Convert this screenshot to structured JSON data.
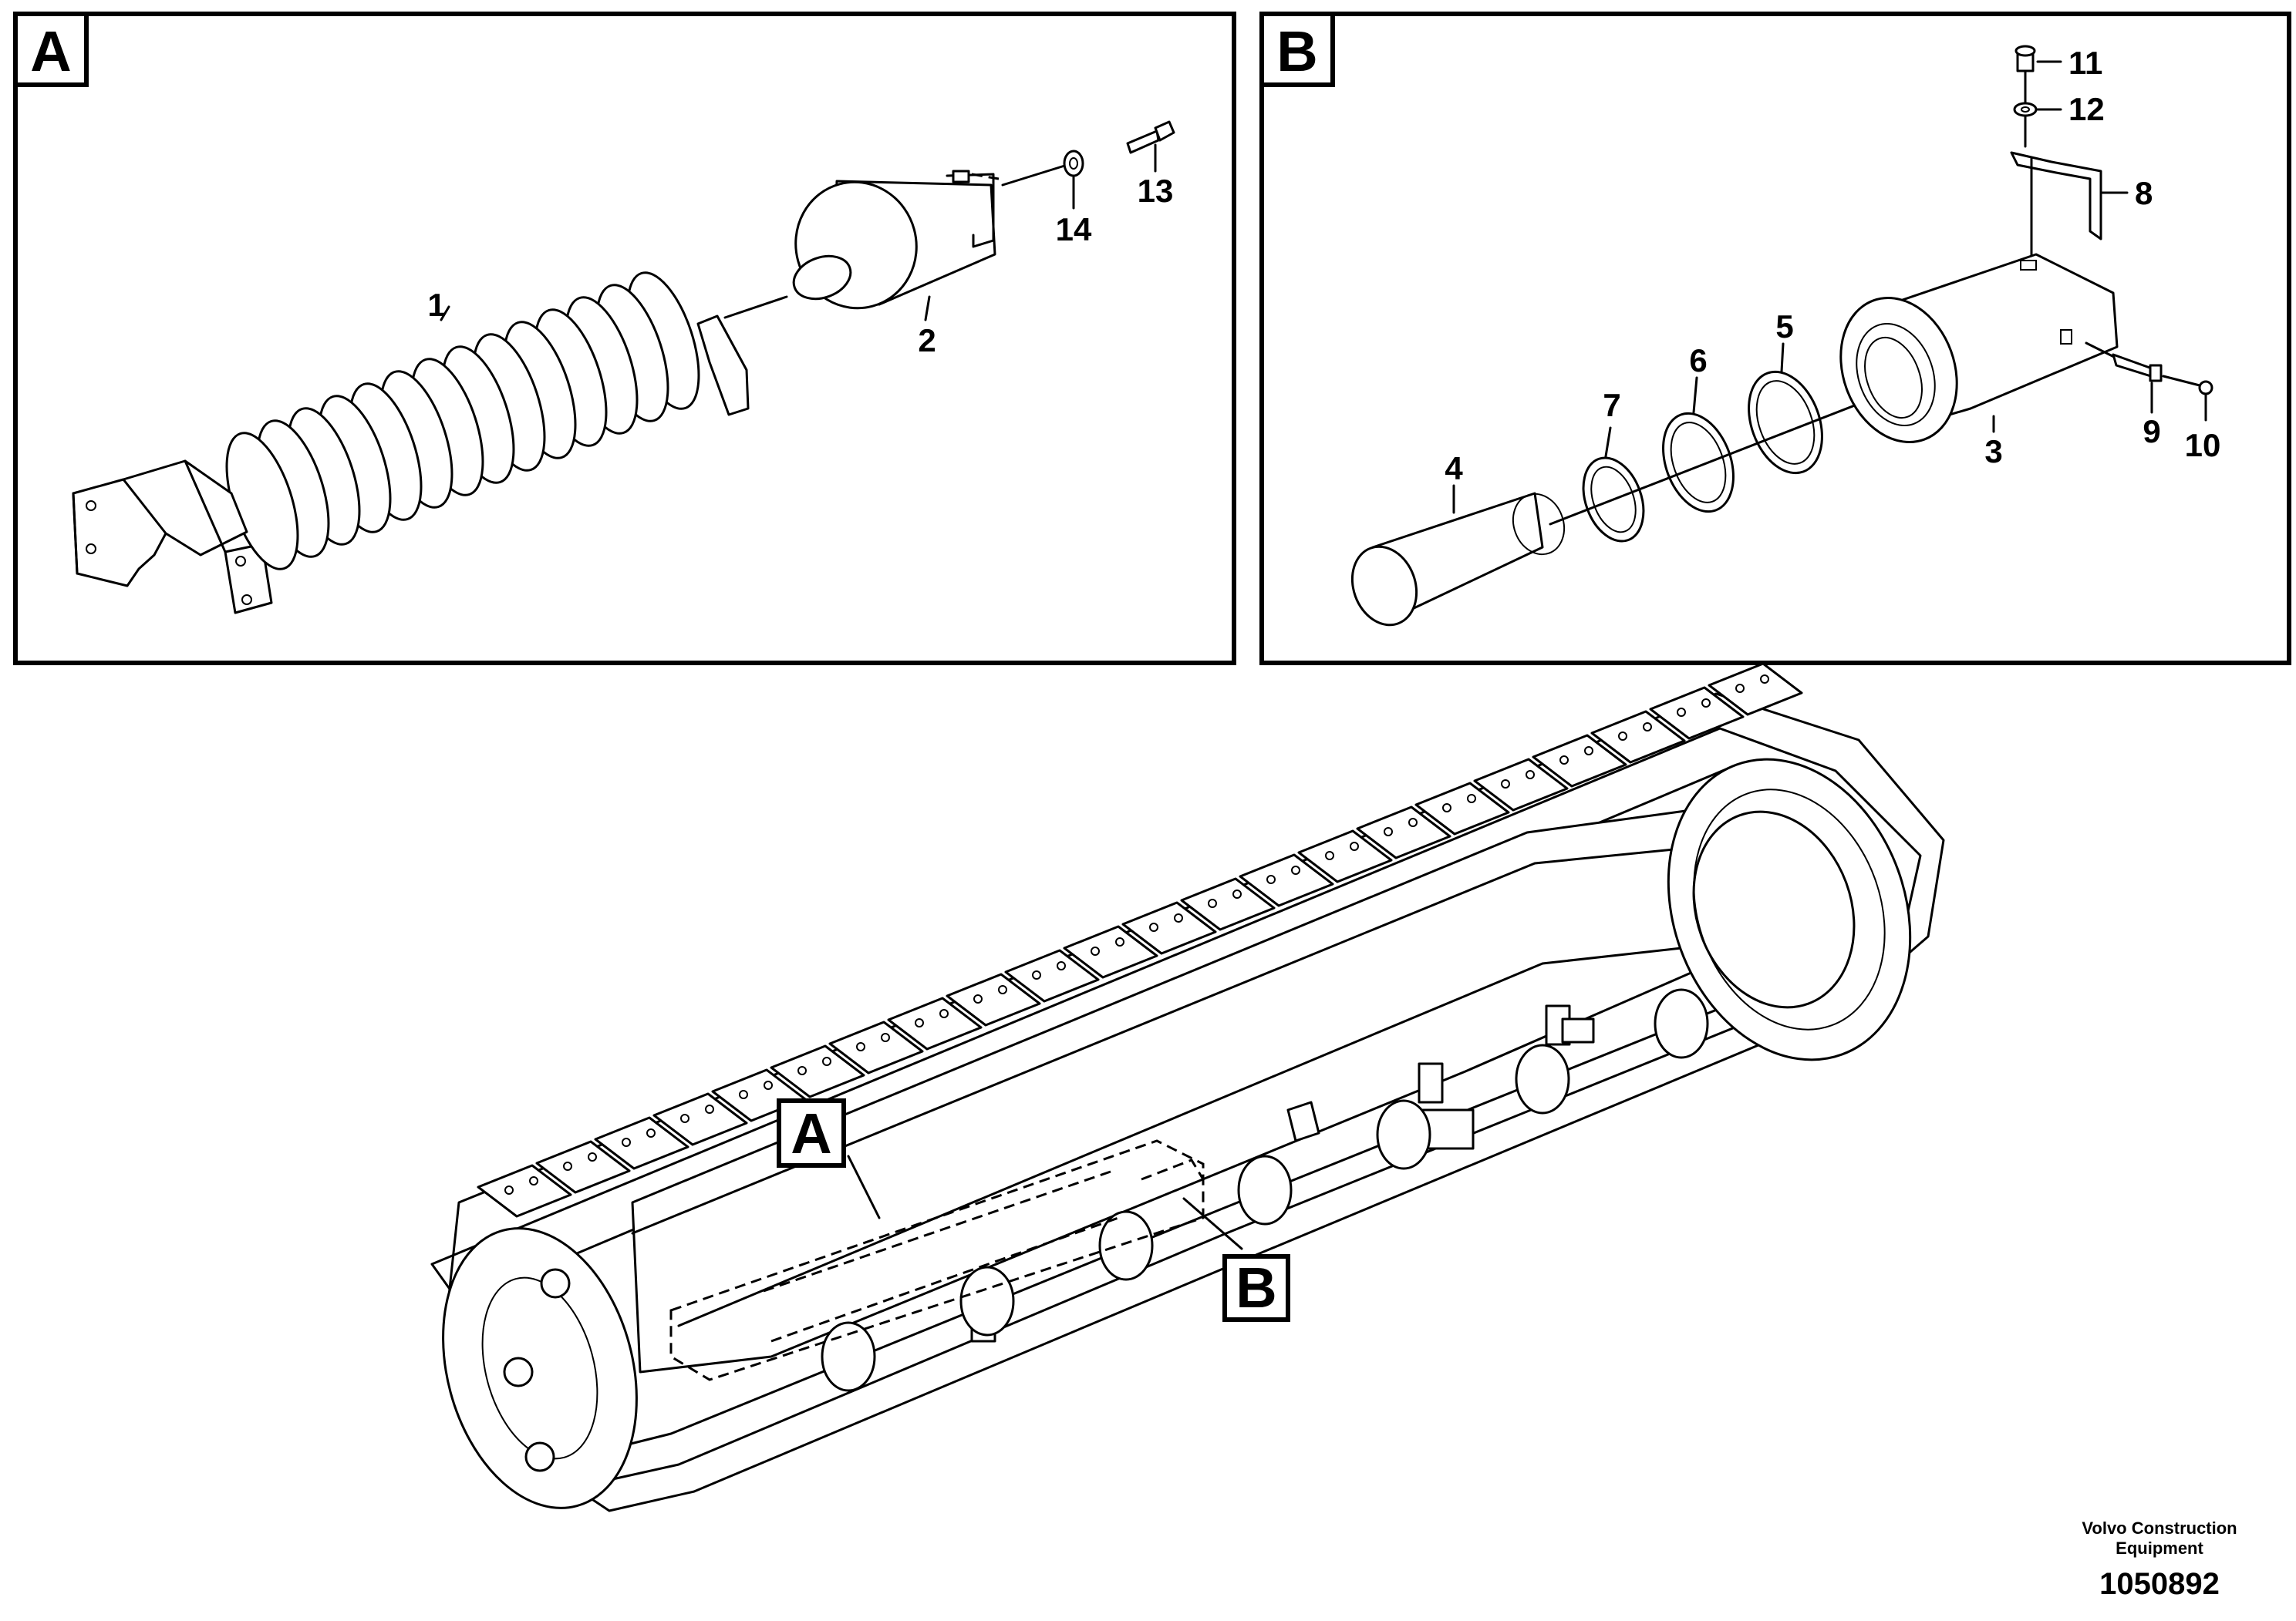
{
  "views": {
    "a": {
      "tag": "A",
      "parts": {
        "p1": "1",
        "p2": "2",
        "p13": "13",
        "p14": "14"
      }
    },
    "b": {
      "tag": "B",
      "parts": {
        "p3": "3",
        "p4": "4",
        "p5": "5",
        "p6": "6",
        "p7": "7",
        "p8": "8",
        "p9": "9",
        "p10": "10",
        "p11": "11",
        "p12": "12"
      }
    }
  },
  "overview": {
    "callout_a": "A",
    "callout_b": "B"
  },
  "footer": {
    "brand_line1": "Volvo Construction",
    "brand_line2": "Equipment",
    "drawing_number": "1050892"
  }
}
